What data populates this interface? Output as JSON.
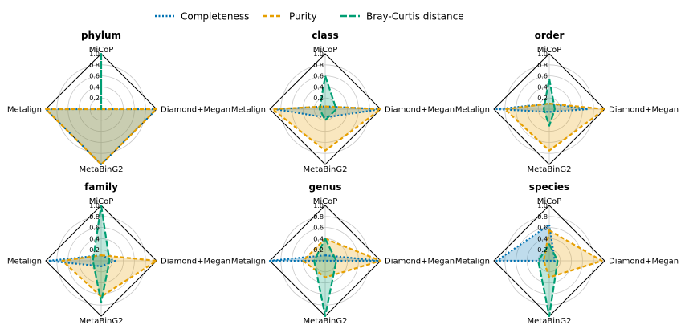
{
  "legend": [
    {
      "name": "Completeness",
      "color": "#0072B2",
      "dash": "dotted"
    },
    {
      "name": "Purity",
      "color": "#E69F00",
      "dash": "dashed"
    },
    {
      "name": "Bray-Curtis distance",
      "color": "#009E73",
      "dash": "longdash"
    }
  ],
  "chart_data": {
    "type": "radar",
    "axes": [
      "MiCoP",
      "Diamond+Megan",
      "MetaBinG2",
      "Metalign"
    ],
    "radial_ticks": [
      "0.2",
      "0.4",
      "0.6",
      "0.8",
      "1.0"
    ],
    "rlim": [
      0,
      1
    ],
    "grid": true,
    "legend_position": "top-center",
    "panels": [
      {
        "title": "phylum",
        "series": [
          {
            "name": "Completeness",
            "values": [
              0.0,
              1.0,
              1.0,
              1.0
            ]
          },
          {
            "name": "Purity",
            "values": [
              0.0,
              1.0,
              1.0,
              1.0
            ]
          },
          {
            "name": "Bray-Curtis distance",
            "values": [
              1.0,
              0.0,
              0.0,
              0.0
            ]
          }
        ]
      },
      {
        "title": "class",
        "series": [
          {
            "name": "Completeness",
            "values": [
              0.05,
              1.0,
              0.15,
              0.9
            ]
          },
          {
            "name": "Purity",
            "values": [
              0.05,
              1.0,
              0.75,
              0.95
            ]
          },
          {
            "name": "Bray-Curtis distance",
            "values": [
              0.6,
              0.2,
              0.2,
              0.1
            ]
          }
        ]
      },
      {
        "title": "order",
        "series": [
          {
            "name": "Completeness",
            "values": [
              0.1,
              0.7,
              0.05,
              0.95
            ]
          },
          {
            "name": "Purity",
            "values": [
              0.1,
              1.0,
              0.75,
              0.8
            ]
          },
          {
            "name": "Bray-Curtis distance",
            "values": [
              0.55,
              0.1,
              0.3,
              0.1
            ]
          }
        ]
      },
      {
        "title": "family",
        "series": [
          {
            "name": "Completeness",
            "values": [
              0.1,
              0.25,
              0.1,
              0.95
            ]
          },
          {
            "name": "Purity",
            "values": [
              0.1,
              1.0,
              0.65,
              0.7
            ]
          },
          {
            "name": "Bray-Curtis distance",
            "values": [
              1.0,
              0.15,
              0.75,
              0.15
            ]
          }
        ]
      },
      {
        "title": "genus",
        "series": [
          {
            "name": "Completeness",
            "values": [
              0.1,
              1.0,
              0.0,
              1.0
            ]
          },
          {
            "name": "Purity",
            "values": [
              0.4,
              1.0,
              0.3,
              0.4
            ]
          },
          {
            "name": "Bray-Curtis distance",
            "values": [
              0.4,
              0.2,
              1.0,
              0.2
            ]
          }
        ]
      },
      {
        "title": "species",
        "series": [
          {
            "name": "Completeness",
            "values": [
              0.65,
              0.1,
              0.0,
              0.95
            ]
          },
          {
            "name": "Purity",
            "values": [
              0.55,
              0.95,
              0.3,
              0.1
            ]
          },
          {
            "name": "Bray-Curtis distance",
            "values": [
              0.3,
              0.15,
              1.0,
              0.2
            ]
          }
        ]
      }
    ]
  }
}
